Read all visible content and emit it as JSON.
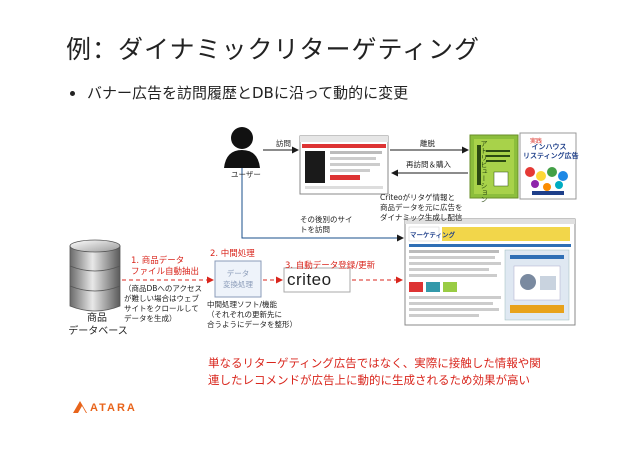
{
  "slide": {
    "title": "例：ダイナミックリターゲティング",
    "bullet": "バナー広告を訪問履歴とDBに沿って動的に変更"
  },
  "user": {
    "label": "ユーザー"
  },
  "arrows": {
    "visit": "訪問",
    "leave": "離脱",
    "revisit": "再訪問＆購入",
    "other_site": [
      "その後別のサイ",
      "トを訪問"
    ]
  },
  "criteo_note": [
    "Criteoがリタゲ情報と",
    "商品データを元に広告を",
    "ダイナミック生成し配信"
  ],
  "db": {
    "label": [
      "商品",
      "データベース"
    ]
  },
  "step1": {
    "title": [
      "1. 商品データ",
      "ファイル自動抽出"
    ],
    "note": [
      "（商品DBへのアクセス",
      "が難しい場合はウェブ",
      "サイトをクロールして",
      "データを生成）"
    ]
  },
  "step2": {
    "title": "2. 中間処理",
    "box": [
      "データ",
      "変換処理"
    ],
    "note": [
      "中間処理ソフト/機能",
      "（それぞれの更新先に",
      "合うようにデータを整形）"
    ]
  },
  "step3": {
    "title": "3. 自動データ登録/更新"
  },
  "criteo_logo": "criteo",
  "books": {
    "left": "アトリビューション",
    "right_top": "実践",
    "right_title": [
      "インハウス",
      "リスティング広告"
    ]
  },
  "site_header": "マーケティング",
  "conclusion": [
    "単なるリターゲティング広告ではなく、実際に接触した情報や関",
    "連したレコメンドが広告上に動的に生成されるため効果が高い"
  ],
  "brand": "ATARA",
  "colors": {
    "accent_red": "#d9251c",
    "arrow_blue": "#1a4f8b",
    "brand_orange": "#e8641b"
  }
}
